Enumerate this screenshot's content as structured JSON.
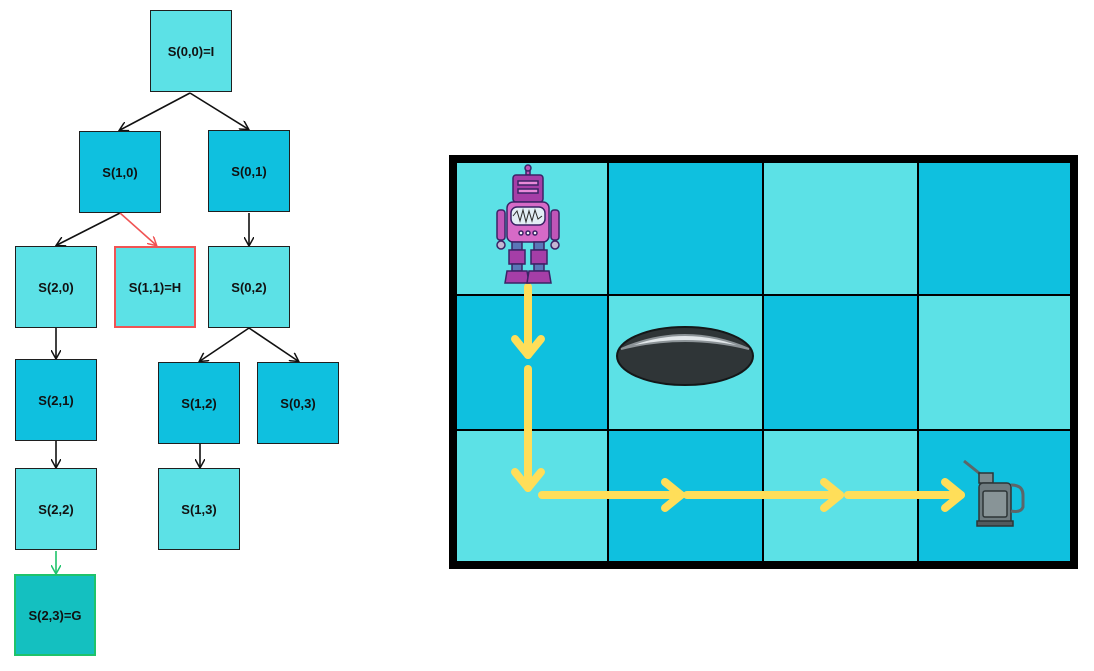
{
  "tree": {
    "nodes": [
      {
        "id": "n00",
        "label": "S(0,0)=I"
      },
      {
        "id": "n10",
        "label": "S(1,0)"
      },
      {
        "id": "n01",
        "label": "S(0,1)"
      },
      {
        "id": "n20",
        "label": "S(2,0)"
      },
      {
        "id": "n11",
        "label": "S(1,1)=H"
      },
      {
        "id": "n02",
        "label": "S(0,2)"
      },
      {
        "id": "n21",
        "label": "S(2,1)"
      },
      {
        "id": "n12",
        "label": "S(1,2)"
      },
      {
        "id": "n03",
        "label": "S(0,3)"
      },
      {
        "id": "n22",
        "label": "S(2,2)"
      },
      {
        "id": "n13",
        "label": "S(1,3)"
      },
      {
        "id": "n23",
        "label": "S(2,3)=G"
      }
    ]
  },
  "colors": {
    "light_cell": "#5ce1e6",
    "dark_cell": "#0fc0df",
    "hole_edge": "#f05454",
    "goal_edge": "#1fc36b",
    "path_arrow": "#ffde59"
  },
  "grid": {
    "rows": 3,
    "cols": 4,
    "pattern": [
      "light",
      "dark",
      "light",
      "dark",
      "dark",
      "light",
      "dark",
      "light",
      "light",
      "dark",
      "light",
      "dark"
    ],
    "robot_cell": [
      0,
      0
    ],
    "hole_cell": [
      1,
      1
    ],
    "goal_cell": [
      2,
      3
    ],
    "icons": {
      "robot": "robot-icon",
      "hole": "hole-icon",
      "goal": "oil-can-icon"
    }
  }
}
